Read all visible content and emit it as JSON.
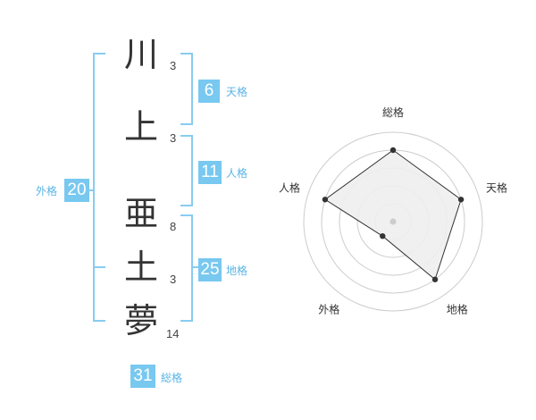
{
  "name": {
    "chars": [
      {
        "char": "川",
        "strokes": "3"
      },
      {
        "char": "上",
        "strokes": "3"
      },
      {
        "char": "亜",
        "strokes": "8"
      },
      {
        "char": "土",
        "strokes": "3"
      },
      {
        "char": "夢",
        "strokes": "14"
      }
    ]
  },
  "kaku": {
    "tenkaku": {
      "value": "6",
      "label": "天格"
    },
    "jinkaku": {
      "value": "11",
      "label": "人格"
    },
    "chikaku": {
      "value": "25",
      "label": "地格"
    },
    "gaikaku": {
      "value": "20",
      "label": "外格"
    },
    "soukaku": {
      "value": "31",
      "label": "総格"
    }
  },
  "colors": {
    "accent": "#78c8f0",
    "bracket": "#88ccf0",
    "label": "#5ab4e6",
    "text": "#333333"
  },
  "chart_data": {
    "type": "radar",
    "axes": [
      "総格",
      "天格",
      "地格",
      "外格",
      "人格"
    ],
    "values": [
      4,
      4,
      4,
      1,
      4
    ],
    "range": [
      0,
      5
    ],
    "rings": 5
  }
}
